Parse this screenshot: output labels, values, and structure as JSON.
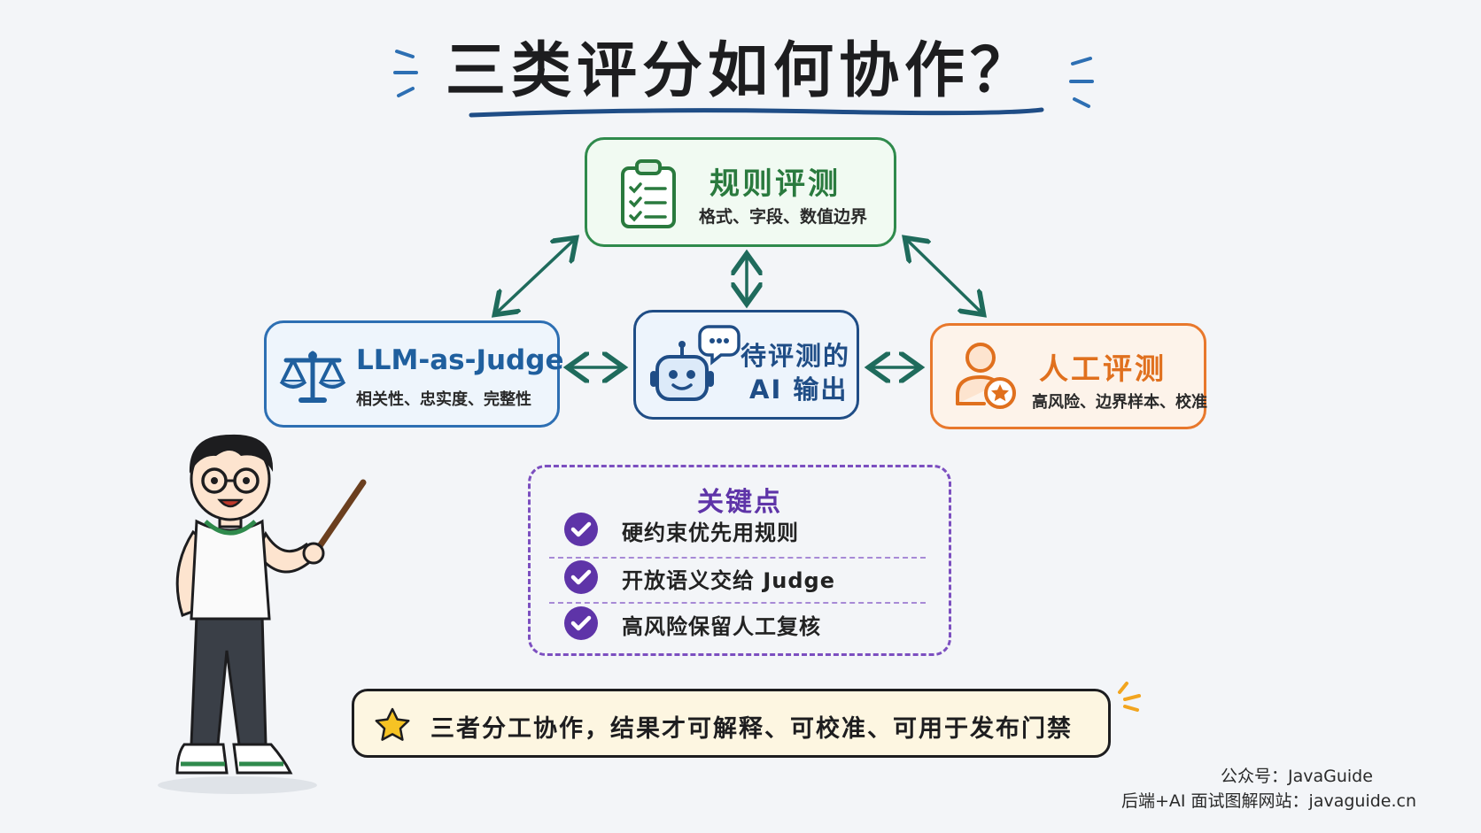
{
  "title": "三类评分如何协作？",
  "colors": {
    "rule": "#2f8a4c",
    "llm": "#2d6fb3",
    "ai": "#1f4d86",
    "human": "#e8782c",
    "key": "#7c4fc0",
    "arrow": "#1f6b5c"
  },
  "nodes": {
    "rule": {
      "title": "规则评测",
      "subtitle": "格式、字段、数值边界",
      "icon": "clipboard-checklist-icon"
    },
    "llm": {
      "title": "LLM-as-Judge",
      "subtitle": "相关性、忠实度、完整性",
      "icon": "balance-scale-icon"
    },
    "ai": {
      "title_line1": "待评测的",
      "title_line2": "AI 输出",
      "icon": "robot-chat-icon"
    },
    "human": {
      "title": "人工评测",
      "subtitle": "高风险、边界样本、校准",
      "icon": "person-star-icon"
    }
  },
  "key_points": {
    "title": "关键点",
    "items": [
      "硬约束优先用规则",
      "开放语义交给 Judge",
      "高风险保留人工复核"
    ]
  },
  "banner": {
    "text": "三者分工协作，结果才可解释、可校准、可用于发布门禁",
    "icon": "star-icon"
  },
  "footer": {
    "line1": "公众号：JavaGuide",
    "line2": "后端+AI 面试图解网站：javaguide.cn"
  }
}
